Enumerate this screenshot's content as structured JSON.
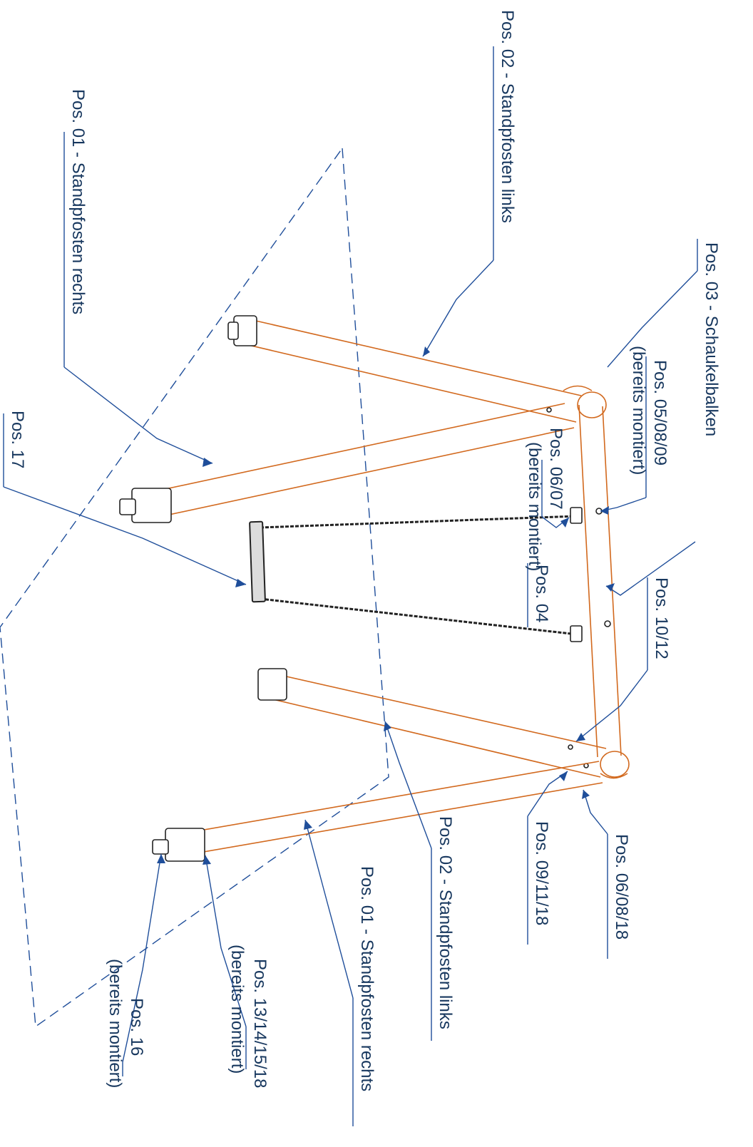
{
  "labels": {
    "pos01_links_top": "Pos. 01 - Standpfosten rechts",
    "pos02_top": "Pos. 02 - Standpfosten links",
    "pos03": "Pos. 03 - Schaukelbalken",
    "pos05": "Pos. 05/08/09",
    "pos05_note": "(bereits montiert)",
    "pos0607": "Pos. 06/07",
    "pos0607_note": "(bereits montiert)",
    "pos04": "Pos. 04",
    "pos17": "Pos. 17",
    "pos1012": "Pos. 10/12",
    "pos060818": "Pos. 06/08/18",
    "pos091118": "Pos. 09/11/18",
    "pos02_bottom": "Pos. 02 - Standpfosten links",
    "pos01_bottom": "Pos. 01 - Standpfosten rechts",
    "pos13": "Pos. 13/14/15/18",
    "pos13_note": "(bereits montiert)",
    "pos16": "Pos. 16",
    "pos16_note": "(bereits montiert)"
  },
  "colors": {
    "frame": "#d2691e",
    "label": "#17375e",
    "leader": "#1f4e9a"
  }
}
